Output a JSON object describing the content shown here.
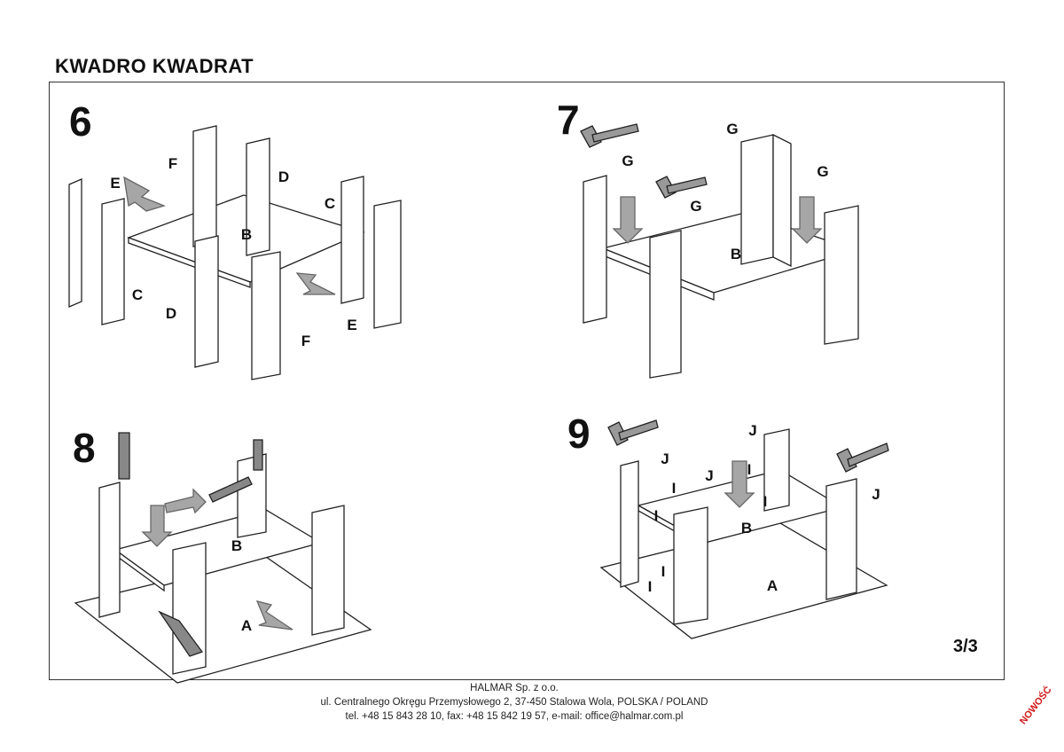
{
  "document": {
    "title": "KWADRO KWADRAT",
    "page_number": "3/3",
    "badge": "NOWOŚĆ"
  },
  "steps": [
    {
      "number": "6",
      "labels": [
        "F",
        "D",
        "E",
        "C",
        "B",
        "C",
        "D",
        "E",
        "F"
      ]
    },
    {
      "number": "7",
      "labels": [
        "G",
        "G",
        "G",
        "G",
        "B"
      ]
    },
    {
      "number": "8",
      "labels": [
        "B",
        "A"
      ]
    },
    {
      "number": "9",
      "labels": [
        "J",
        "J",
        "I",
        "I",
        "J",
        "I",
        "J",
        "I",
        "B",
        "I",
        "I",
        "A"
      ]
    }
  ],
  "footer": {
    "company": "HALMAR Sp. z o.o.",
    "address": "ul. Centralnego Okręgu Przemysłowego 2, 37-450 Stalowa Wola, POLSKA / POLAND",
    "contact": "tel. +48 15 843 28 10, fax: +48 15 842 19 57, e-mail: office@halmar.com.pl"
  },
  "colors": {
    "arrow": "#a6a6a6",
    "badge": "#d01818"
  }
}
